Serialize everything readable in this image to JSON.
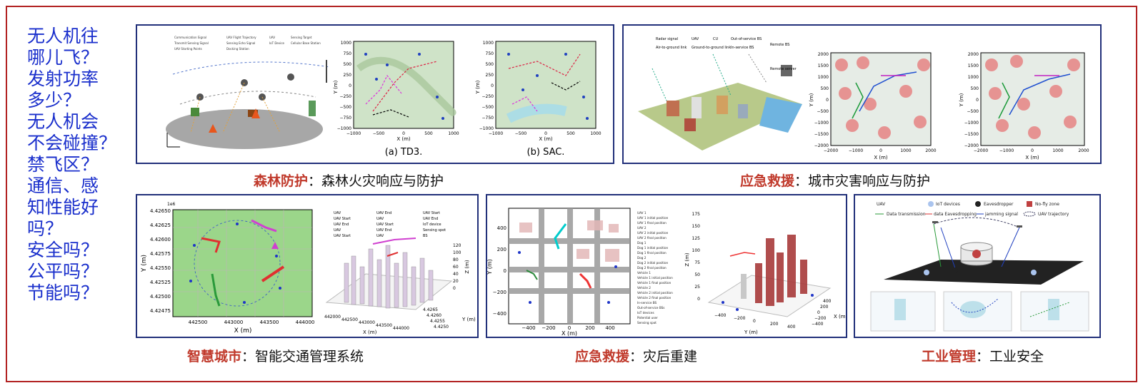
{
  "questions": [
    "无人机往",
    "哪儿飞？",
    "发射功率",
    "多少？",
    "无人机会",
    "不会碰撞？",
    "禁飞区？",
    "通信、感",
    "知性能好",
    "吗？",
    "安全吗？",
    "公平吗？",
    "节能吗？"
  ],
  "panels": {
    "forest": {
      "caption_highlight": "森林防护",
      "caption_sep": "：",
      "caption_text": "森林火灾响应与防护",
      "legend": [
        "Communication Signal",
        "UAV Flight Trajectory",
        "UAV",
        "Sensing Target",
        "Transmit Sensing Signal",
        "Sensing Echo Signal",
        "IoT Device",
        "Cellular Base Station",
        "UAV Starting Points",
        "Docking Station"
      ],
      "sub_a": "(a) TD3.",
      "sub_b": "(b) SAC.",
      "yticks": [
        "1000",
        "750",
        "500",
        "250",
        "0",
        "−250",
        "−500",
        "−750",
        "−1000"
      ],
      "xticks": [
        "−1000",
        "−500",
        "0",
        "500",
        "1000"
      ],
      "xlabel": "X (m)",
      "ylabel": "Y (m)"
    },
    "rescue_city": {
      "caption_highlight": "应急救援",
      "caption_sep": "：",
      "caption_text": "城市灾害响应与防护",
      "legend": [
        "Radar signal",
        "UAV",
        "CU",
        "Out-of-service BS",
        "Air-to-ground link",
        "Ground-to-ground link",
        "In-service BS",
        "Remote BS",
        "Remote server"
      ],
      "yticks": [
        "2000",
        "1500",
        "1000",
        "500",
        "0",
        "−500",
        "−1000",
        "−1500",
        "−2000"
      ],
      "xticks": [
        "−2000",
        "−1000",
        "0",
        "1000",
        "2000"
      ],
      "xlabel": "X (m)",
      "ylabel": "Y (m)"
    },
    "smart_city": {
      "caption_highlight": "智慧城市",
      "caption_sep": "：",
      "caption_text": "智能交通管理系统",
      "exp": "1e6",
      "yticks": [
        "4.42650",
        "4.42625",
        "4.42600",
        "4.42575",
        "4.42550",
        "4.42525",
        "4.42500",
        "4.42475"
      ],
      "xticks": [
        "442500",
        "443000",
        "443500",
        "444000"
      ],
      "xlabel": "X (m)",
      "ylabel": "Y (m)",
      "legend3d": [
        "UAV",
        "UAV Start",
        "UAV End",
        "UAV",
        "UAV Start",
        "UAV End",
        "UAV",
        "UAV Start",
        "UAV End",
        "UAV",
        "UAV Start",
        "UAV End",
        "IoT device",
        "Sensing spot",
        "BS"
      ],
      "zticks": [
        "120",
        "100",
        "80",
        "60",
        "40",
        "20",
        "0"
      ],
      "x3ticks": [
        "442000",
        "442500",
        "443000",
        "443500",
        "444000"
      ],
      "y3ticks": [
        "4.4265",
        "4.4260",
        "4.4255",
        "4.4250"
      ],
      "zlabel": "Z (m)",
      "x3label": "X (m)",
      "y3label": "Y (m)"
    },
    "rebuild": {
      "caption_highlight": "应急救援",
      "caption_sep": "：",
      "caption_text": "灾后重建",
      "yticks": [
        "400",
        "200",
        "0",
        "−200",
        "−400"
      ],
      "xticks": [
        "−400",
        "−200",
        "0",
        "200",
        "400"
      ],
      "xlabel": "X (m)",
      "ylabel": "Y (m)",
      "legend": [
        "UAV 1",
        "UAV 1 initial position",
        "UAV 1 final position",
        "UAV 2",
        "UAV 2 initial position",
        "UAV 2 final position",
        "Dog 1",
        "Dog 1 initial position",
        "Dog 1 final position",
        "Dog 2",
        "Dog 2 initial position",
        "Dog 2 final position",
        "Vehicle 1",
        "Vehicle 1 initial position",
        "Vehicle 1 final position",
        "Vehicle 2",
        "Vehicle 2 initial position",
        "Vehicle 2 final position",
        "In-service BS",
        "Out-of-service BSs",
        "IoT devices",
        "Potential user",
        "Sensing spot"
      ],
      "zticks": [
        "175",
        "150",
        "125",
        "100",
        "75",
        "50",
        "25",
        "0"
      ],
      "x3ticks": [
        "400",
        "200",
        "0",
        "−200",
        "−400"
      ],
      "y3ticks": [
        "−400",
        "−200",
        "0",
        "200",
        "400"
      ],
      "zlabel": "Z (m)",
      "x3label": "X (m)",
      "y3label": "Y (m)"
    },
    "industry": {
      "caption_highlight": "工业管理",
      "caption_sep": "：",
      "caption_text": "工业安全",
      "legend": [
        "UAV",
        "IoT devices",
        "Eavesdropper",
        "No-fly zone",
        "Data transmission",
        "data Eavesdropping",
        "jamming signal",
        "UAV trajectory"
      ]
    }
  }
}
